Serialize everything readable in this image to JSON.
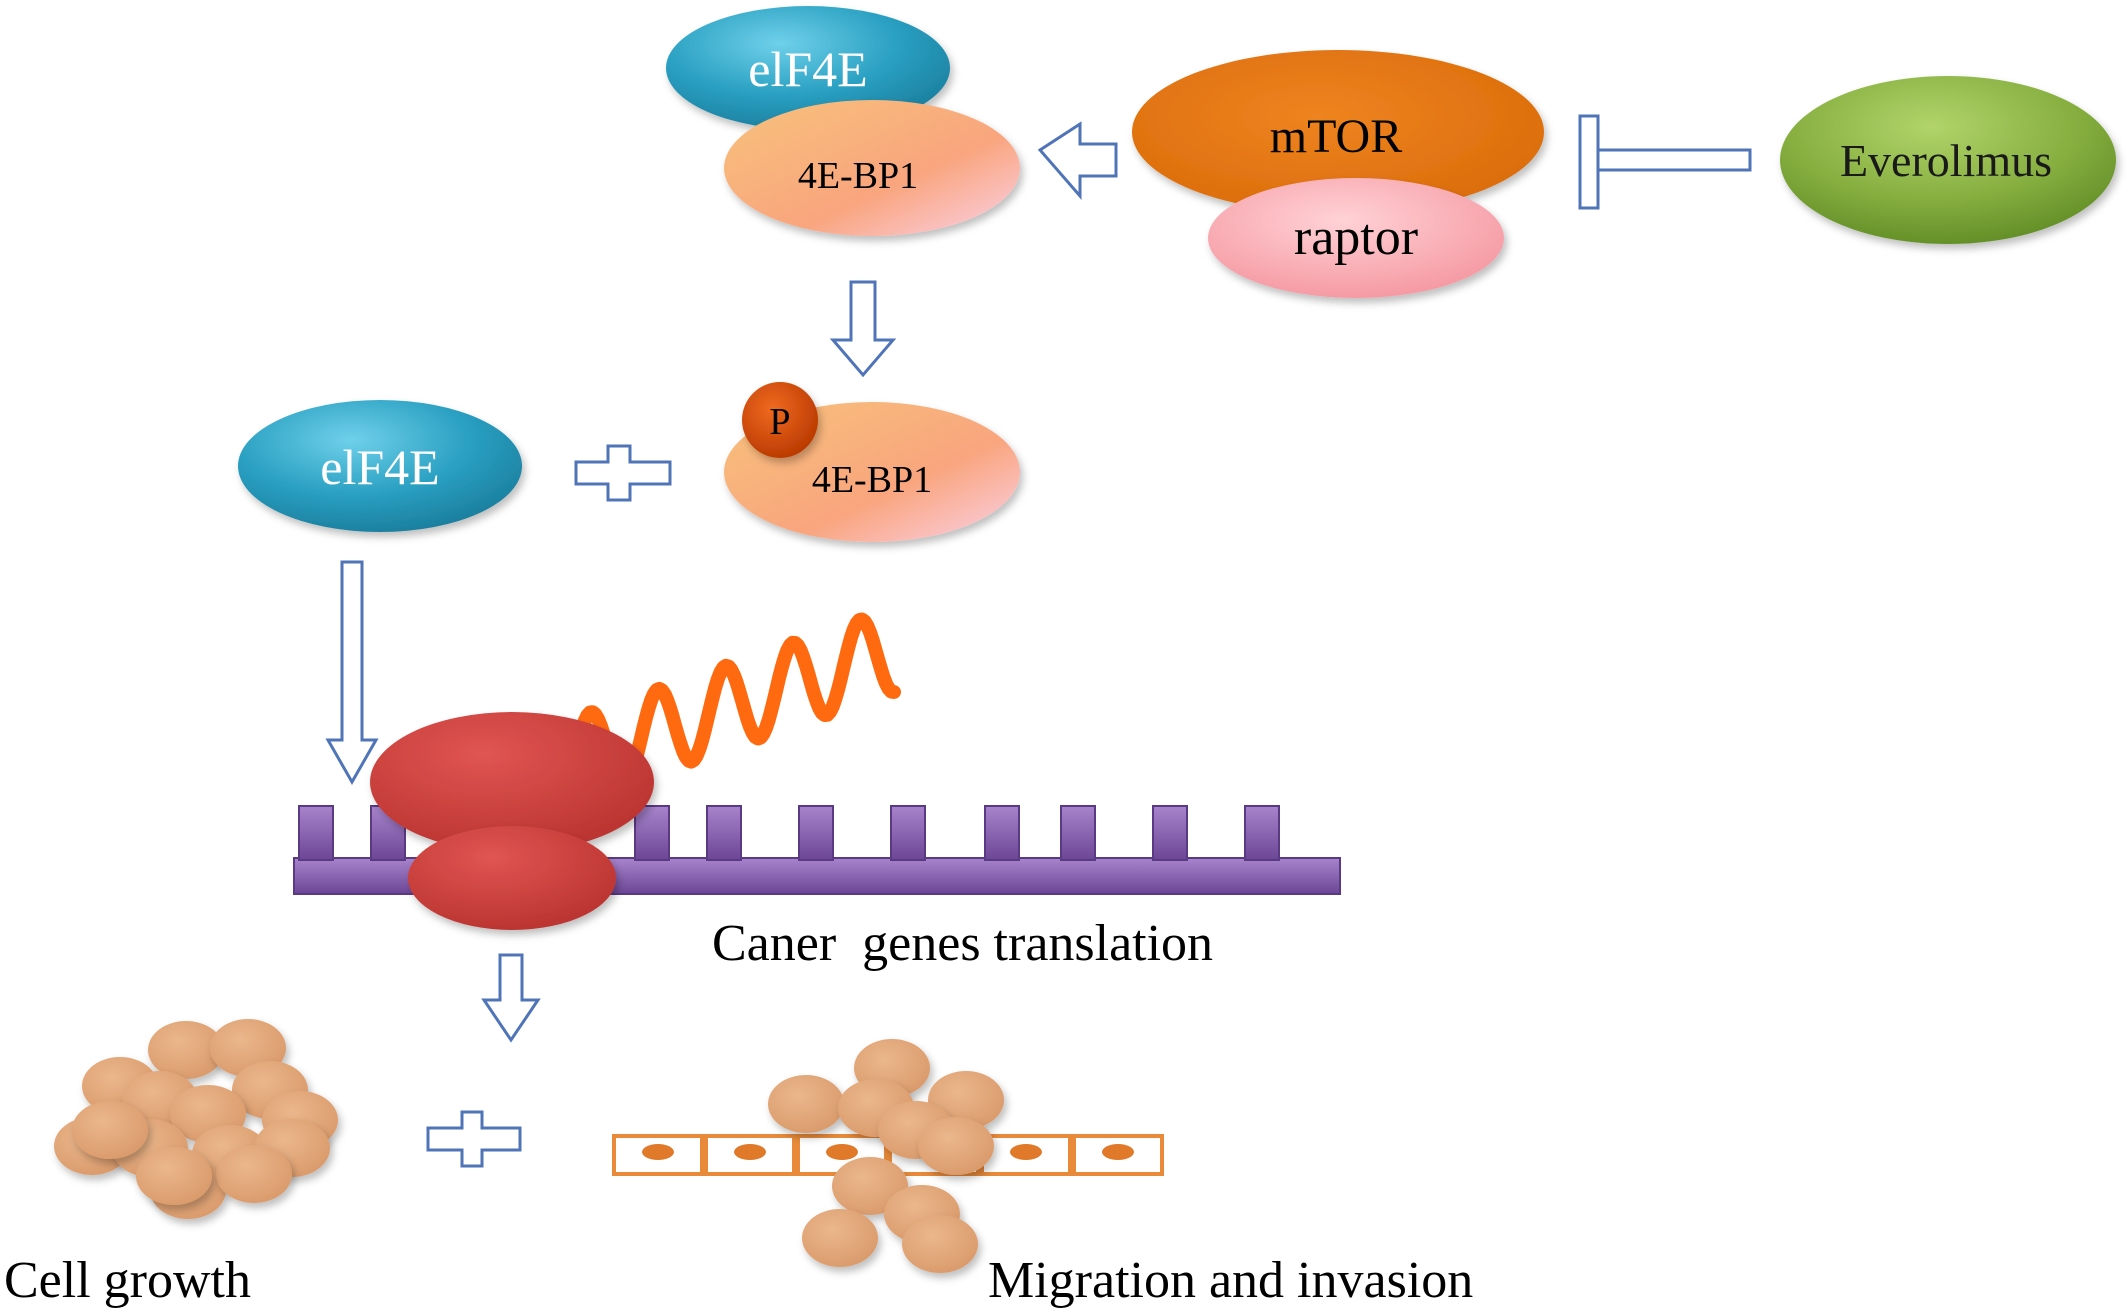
{
  "nodes": {
    "eif4e_bound": "elF4E",
    "bp1_bound": "4E-BP1",
    "mtor": "mTOR",
    "raptor": "raptor",
    "everolimus": "Everolimus",
    "eif4e_free": "elF4E",
    "phospho": "P",
    "bp1_phospho": "4E-BP1"
  },
  "captions": {
    "translation": "Caner  genes translation",
    "growth": "Cell growth",
    "migration": "Migration and invasion"
  },
  "colors": {
    "eif4e": "#2a9fc0",
    "bp1": "#f8b08a",
    "mtor": "#e07010",
    "raptor": "#f8a8b0",
    "everolimus": "#7ea83a",
    "phospho": "#c84000",
    "ribosome": "#cc3a36",
    "mrna": "#8860b0",
    "chain": "#ff6a10",
    "cell": "#e3a878",
    "arrow_outline": "#4f74b8"
  },
  "icons": {
    "inhibition": "inhibition-bar-icon",
    "arrow": "hollow-arrow-icon",
    "plus": "plus-icon"
  }
}
